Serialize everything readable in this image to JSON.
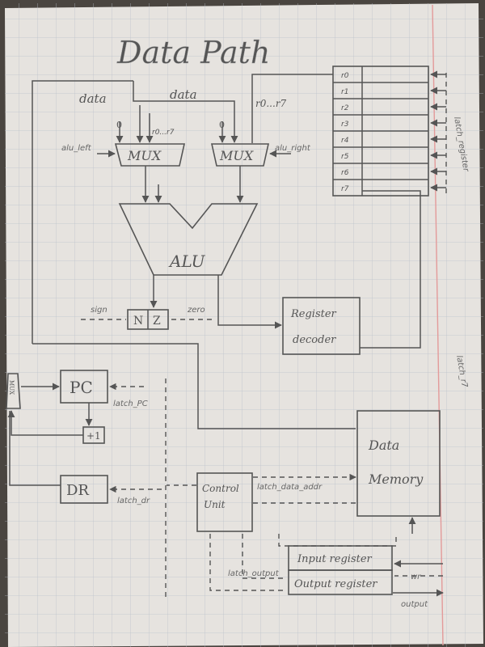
{
  "title": "Data Path",
  "bus": {
    "data_left": "data",
    "data_top": "data",
    "reg_range_right": "r0...r7"
  },
  "mux_left": {
    "label": "MUX",
    "input_zero": "0",
    "input_regs": "r0...r7",
    "select": "alu_left"
  },
  "mux_right": {
    "label": "MUX",
    "input_zero": "0",
    "select": "alu_right"
  },
  "alu": {
    "label": "ALU"
  },
  "flags": {
    "n": "N",
    "z": "Z",
    "sign": "sign",
    "zero": "zero"
  },
  "register_file": {
    "registers": [
      "r0",
      "r1",
      "r2",
      "r3",
      "r4",
      "r5",
      "r6",
      "r7"
    ],
    "latch": "latch_register"
  },
  "register_decoder": {
    "line1": "Register",
    "line2": "decoder"
  },
  "pc": {
    "label": "PC",
    "mux": "MUX",
    "increment": "+1",
    "latch": "latch_PC"
  },
  "dr": {
    "label": "DR",
    "latch": "latch_dr"
  },
  "control_unit": {
    "line1": "Control",
    "line2": "Unit"
  },
  "data_memory": {
    "line1": "Data",
    "line2": "Memory",
    "latch": "latch_data_addr",
    "side_latch": "latch_r7"
  },
  "io": {
    "input_register": "Input register",
    "output_register": "Output register",
    "wr": "wr",
    "output": "output",
    "latch_output": "latch_output"
  }
}
